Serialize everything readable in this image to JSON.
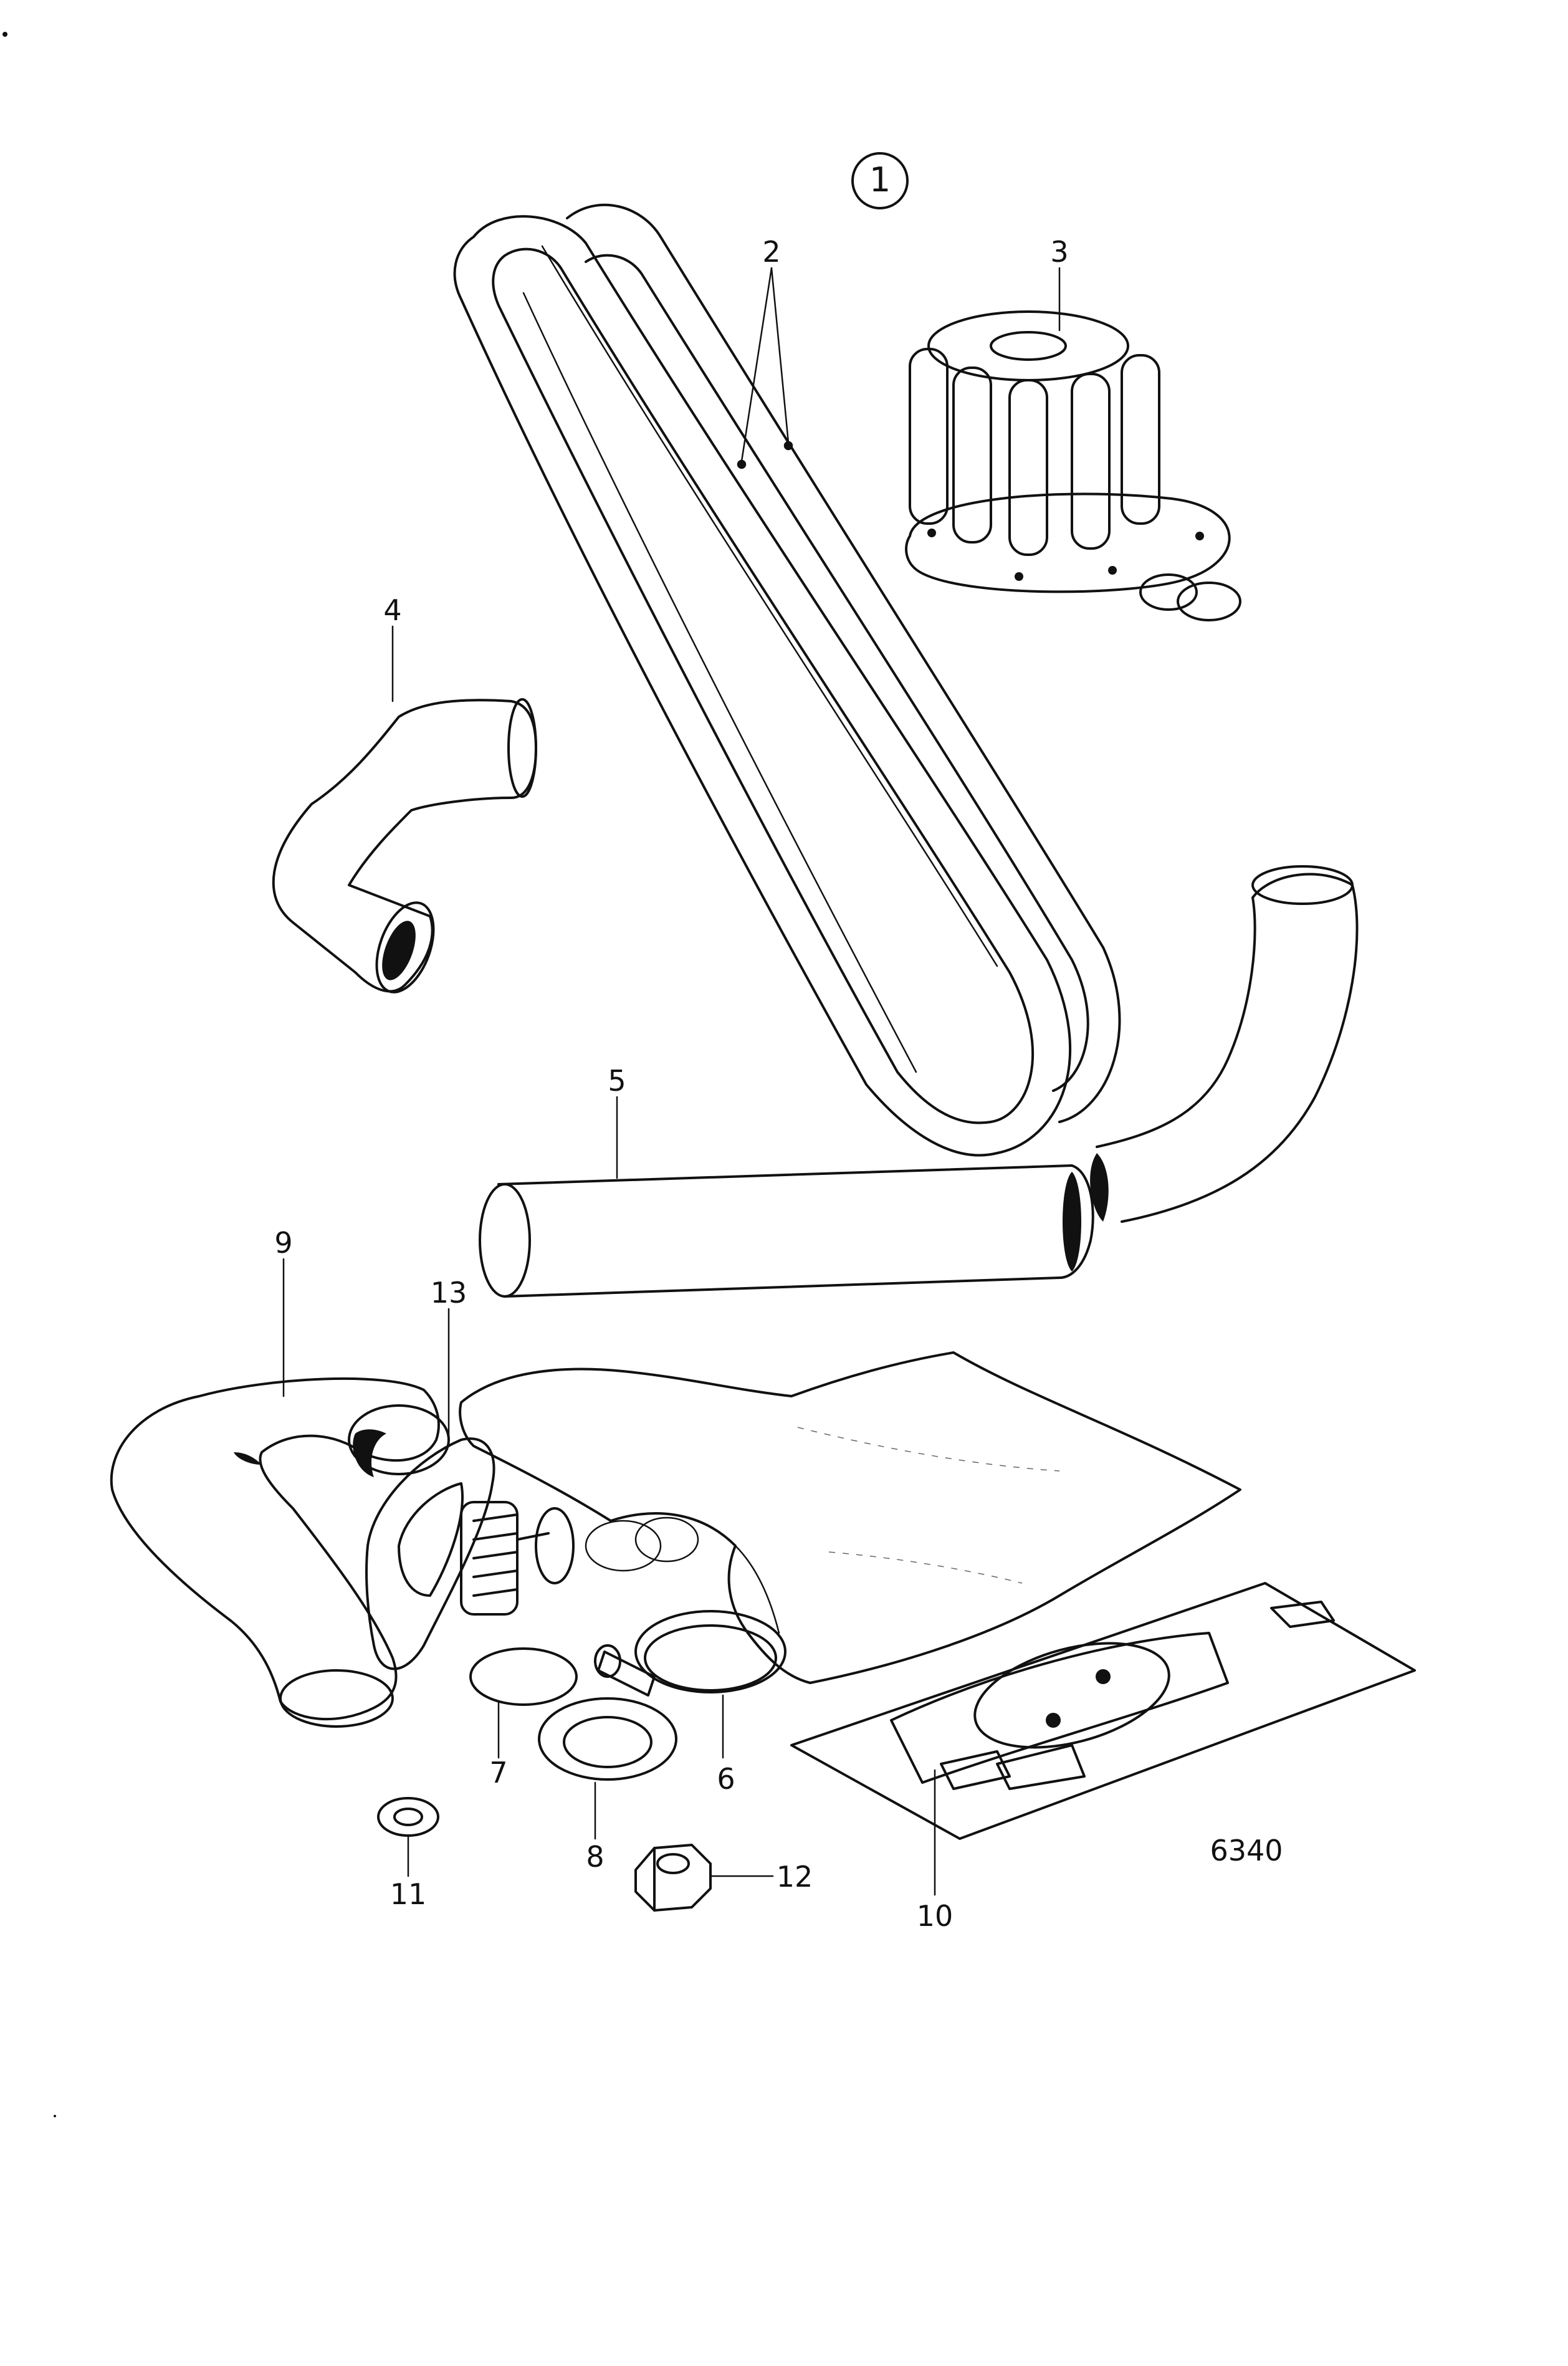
{
  "diagram": {
    "kit_number": "1",
    "drawing_number": "6340",
    "callouts": [
      {
        "id": "c2",
        "text": "2"
      },
      {
        "id": "c3",
        "text": "3"
      },
      {
        "id": "c4",
        "text": "4"
      },
      {
        "id": "c5",
        "text": "5"
      },
      {
        "id": "c6",
        "text": "6"
      },
      {
        "id": "c7",
        "text": "7"
      },
      {
        "id": "c8",
        "text": "8"
      },
      {
        "id": "c9",
        "text": "9"
      },
      {
        "id": "c10",
        "text": "10"
      },
      {
        "id": "c11",
        "text": "11"
      },
      {
        "id": "c12",
        "text": "12"
      },
      {
        "id": "c13",
        "text": "13"
      }
    ]
  }
}
